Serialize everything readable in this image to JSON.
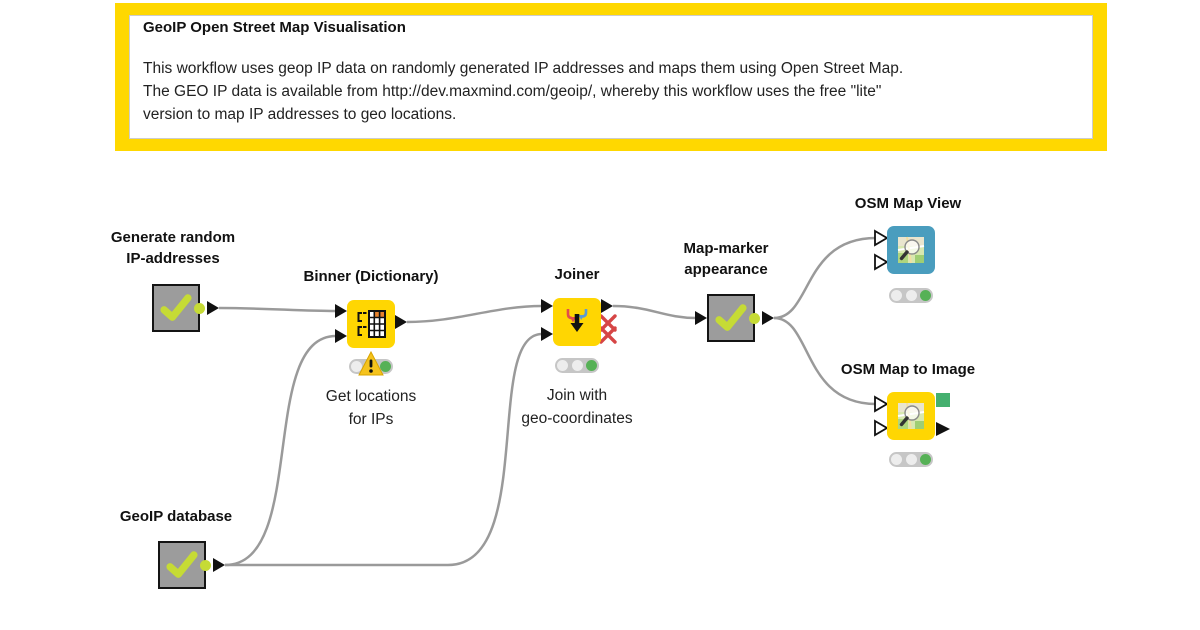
{
  "annotation": {
    "title": "GeoIP Open Street Map Visualisation",
    "body_lines": [
      "This workflow uses geop IP data on randomly generated IP addresses and maps them using Open Street Map.",
      "The GEO IP data is available from http://dev.maxmind.com/geoip/, whereby this workflow uses the free \"lite\"",
      "version to map IP addresses to geo locations."
    ]
  },
  "nodes": {
    "generate_random": {
      "name_line1": "Generate random",
      "name_line2": "IP-addresses",
      "status": "executed"
    },
    "binner": {
      "name": "Binner (Dictionary)",
      "caption_line1": "Get locations",
      "caption_line2": "for IPs",
      "status": "configured-with-warning"
    },
    "joiner": {
      "name": "Joiner",
      "caption_line1": "Join with",
      "caption_line2": "geo-coordinates",
      "status": "executed"
    },
    "map_marker": {
      "name_line1": "Map-marker",
      "name_line2": "appearance",
      "status": "executed"
    },
    "osm_map_view": {
      "name": "OSM Map View",
      "status": "executed"
    },
    "osm_map_to_image": {
      "name": "OSM Map to Image",
      "status": "executed"
    },
    "geoip_database": {
      "name": "GeoIP database",
      "status": "executed"
    }
  },
  "icons": {
    "executed_check": "checkmark",
    "binner_table": "dictionary-table",
    "joiner_arrows": "merge-arrows",
    "osm_map": "map-with-magnifier",
    "warning": "exclamation-triangle"
  },
  "colors": {
    "annotation_border": "#FFD800",
    "node_yellow": "#FFD602",
    "node_gray": "#9C9C9C",
    "node_teal": "#4A9DBE",
    "status_green": "#56B156",
    "executed_check_green": "#C6DB35",
    "warning_yellow": "#F5C31D",
    "wire_gray": "#9A9A9A",
    "inactive_port_red": "#D64545",
    "image_port_green": "#45B06F"
  }
}
